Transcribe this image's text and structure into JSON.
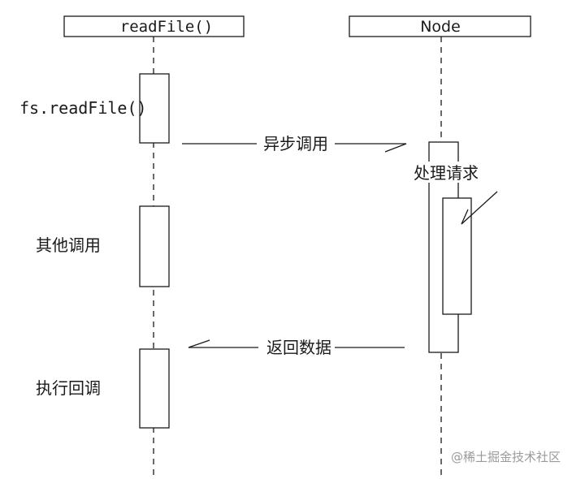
{
  "lifelines": {
    "left": {
      "title": "readFile()"
    },
    "right": {
      "title": "Node"
    }
  },
  "labels": {
    "call_readfile": "fs.readFile()",
    "other_calls": "其他调用",
    "run_callback": "执行回调",
    "process_request": "处理请求"
  },
  "messages": {
    "async_call": "异步调用",
    "return_data": "返回数据"
  },
  "watermark": "@稀土掘金技术社区"
}
